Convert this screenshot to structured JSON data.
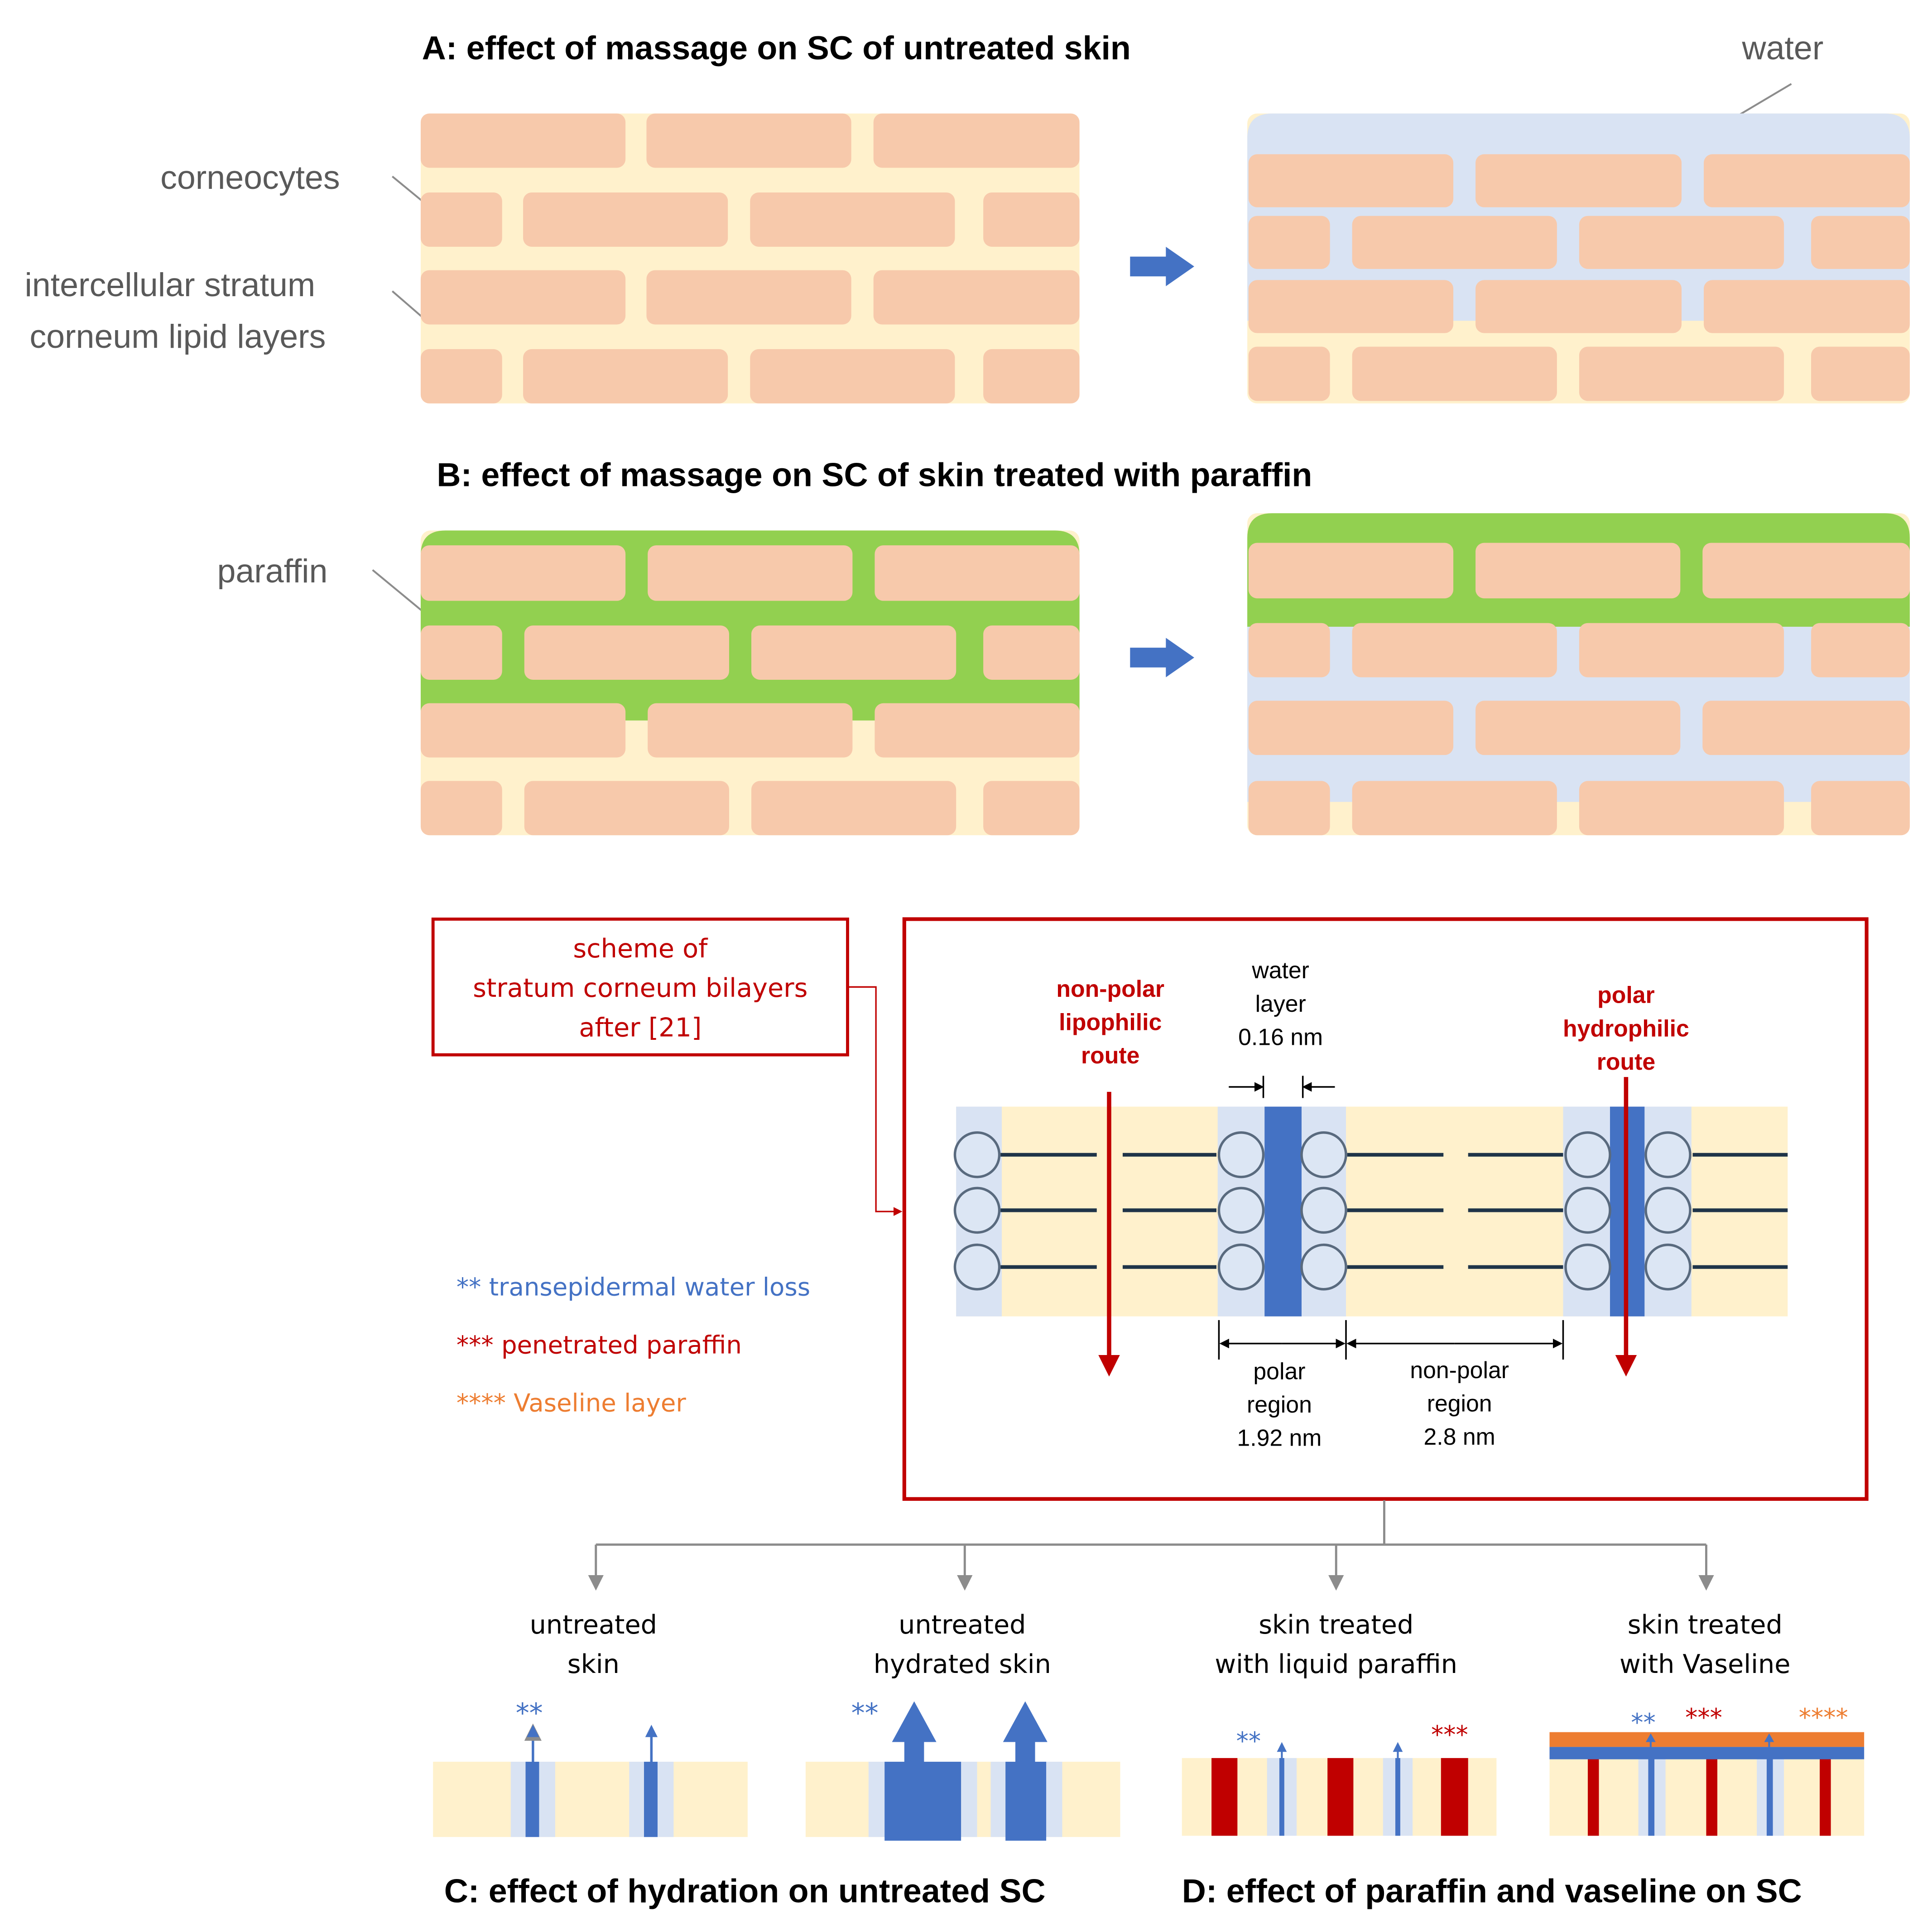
{
  "panel_a": {
    "title": "A: effect of massage on SC of untreated skin",
    "label_water": "water",
    "label_corneocytes": "corneocytes",
    "label_lipid_line1": "intercellular stratum",
    "label_lipid_line2": "corneum lipid layers"
  },
  "panel_b": {
    "title": "B: effect of massage on SC of skin treated with paraffin",
    "label_paraffin": "paraffin"
  },
  "scheme": {
    "callout_line1": "scheme of",
    "callout_line2": "stratum corneum bilayers",
    "callout_line3": "after [21]",
    "nonpolar_route_1": "non-polar",
    "nonpolar_route_2": "lipophilic",
    "nonpolar_route_3": "route",
    "polar_route_1": "polar",
    "polar_route_2": "hydrophilic",
    "polar_route_3": "route",
    "water_layer_1": "water",
    "water_layer_2": "layer",
    "water_layer_3": "0.16 nm",
    "polar_region_1": "polar",
    "polar_region_2": "region",
    "polar_region_3": "1.92 nm",
    "nonpolar_region_1": "non-polar",
    "nonpolar_region_2": "region",
    "nonpolar_region_3": "2.8 nm"
  },
  "legend": {
    "tewl": "** transepidermal water loss",
    "paraffin": "*** penetrated paraffin",
    "vaseline": "**** Vaseline layer"
  },
  "bottom": {
    "c1_line1": "untreated",
    "c1_line2": "skin",
    "c2_line1": "untreated",
    "c2_line2": "hydrated skin",
    "d1_line1": "skin treated",
    "d1_line2": "with liquid paraffin",
    "d2_line1": "skin treated",
    "d2_line2": "with Vaseline",
    "mark_tewl": "**",
    "mark_paraffin": "***",
    "mark_vaseline": "****",
    "title_c": "C: effect of hydration on untreated SC",
    "title_d": "D: effect of paraffin and vaseline on SC"
  },
  "colors": {
    "corneocyte": "#f7c9ab",
    "lipid": "#fff1cc",
    "water": "#d9e3f3",
    "paraffin": "#92d050",
    "arrow_blue": "#4472c4",
    "red": "#c00000",
    "orange": "#ed7d31",
    "gray_text": "#595959"
  }
}
